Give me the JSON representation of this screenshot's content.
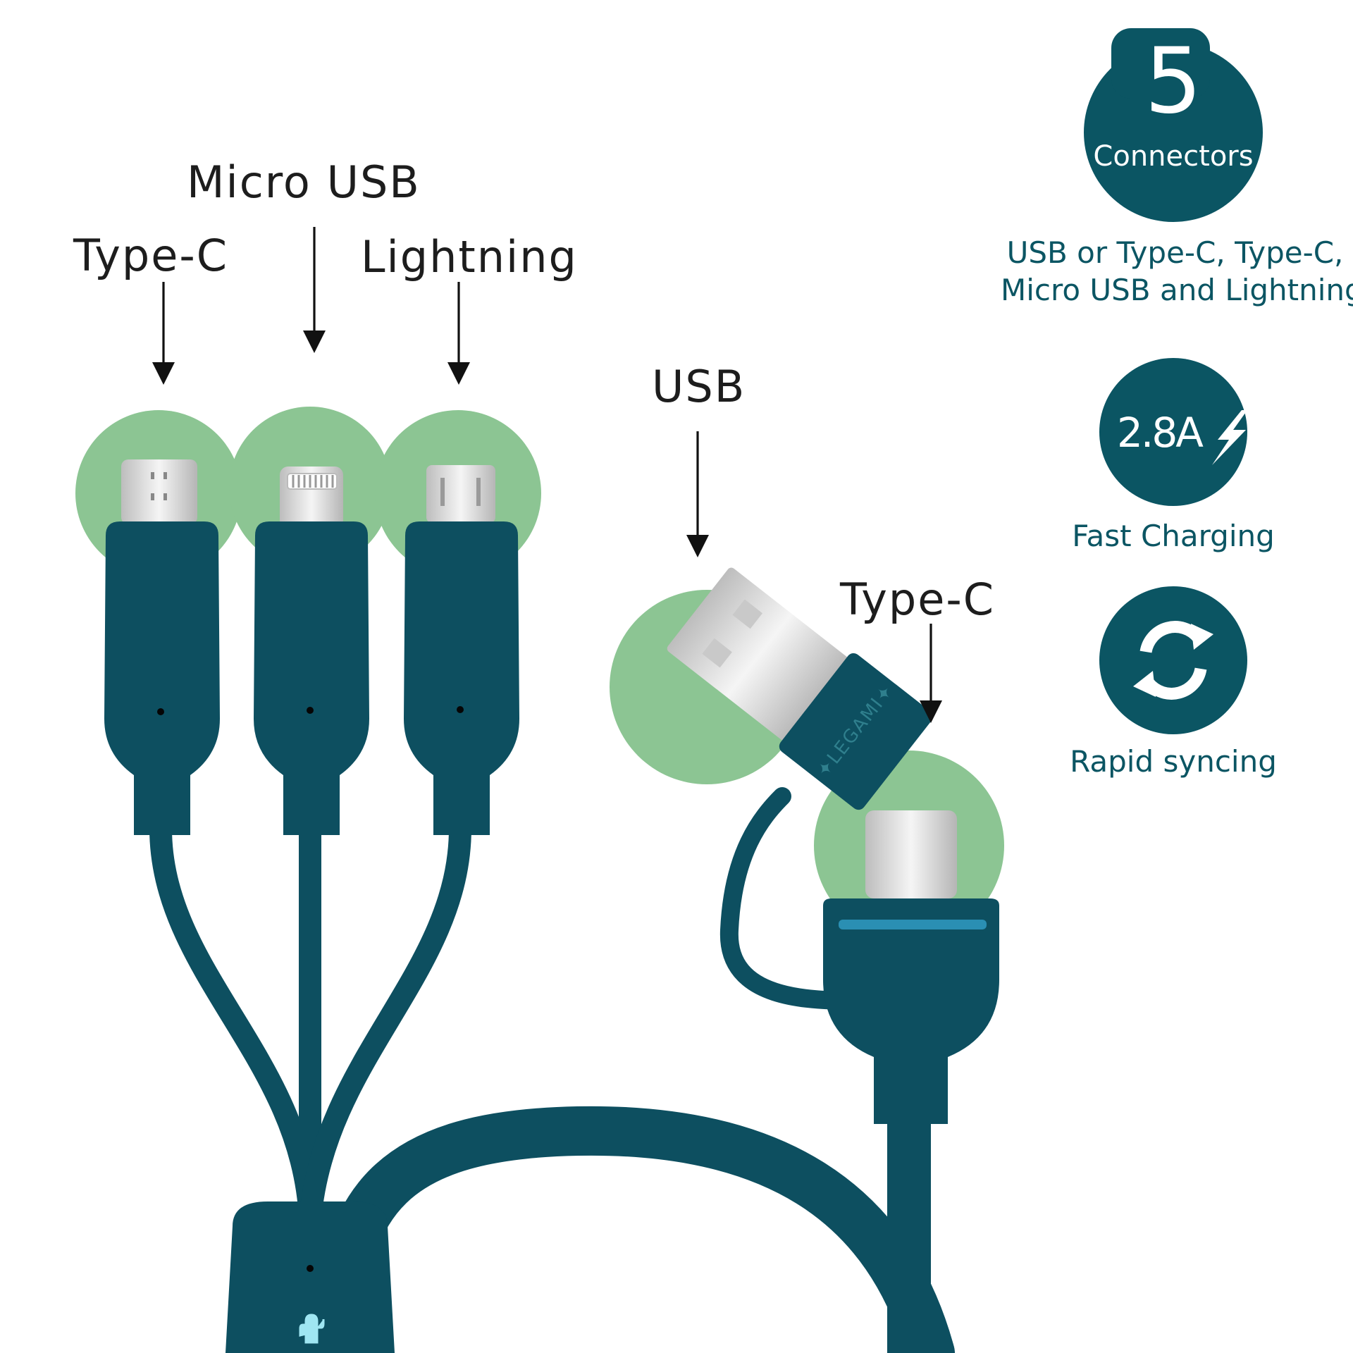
{
  "labels": {
    "type_c_left": "Type-C",
    "micro_usb": "Micro USB",
    "lightning": "Lightning",
    "usb": "USB",
    "type_c_right": "Type-C"
  },
  "features": {
    "connectors": {
      "number": "5",
      "label": "Connectors",
      "description_line1": "USB or Type-C, Type-C,",
      "description_line2": "Micro USB and Lightning"
    },
    "fast_charging": {
      "badge": "2.8A",
      "icon": "lightning-bolt-icon",
      "label": "Fast Charging"
    },
    "rapid_syncing": {
      "icon": "sync-arrows-icon",
      "label": "Rapid syncing"
    }
  },
  "product": {
    "brand_mark": "LEGAMI",
    "cable_color": "#0d4f60",
    "highlight_color": "#8cc593",
    "plug_metal_color": "#e4e4e4"
  }
}
